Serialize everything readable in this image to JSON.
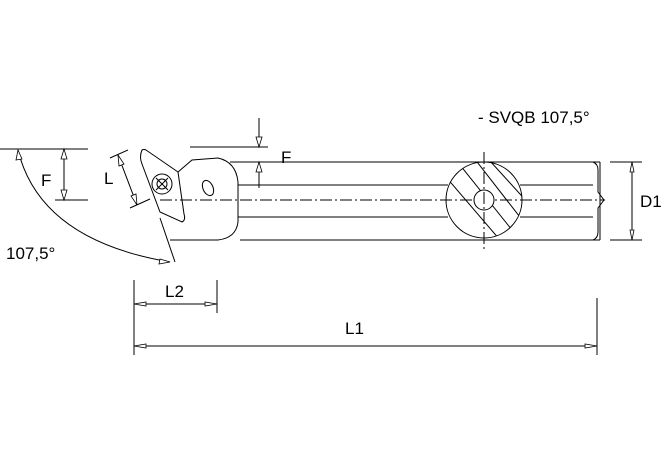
{
  "drawing": {
    "title": "- SVQB  107,5°",
    "type": "boring bar with screw-clamped insert",
    "labels": {
      "f_left": "F",
      "f_right": "F",
      "l_insert": "L",
      "angle": "107,5°",
      "l2": "L2",
      "l1": "L1",
      "d1": "D1"
    },
    "colors": {
      "line": "#000000",
      "background": "#ffffff"
    }
  }
}
